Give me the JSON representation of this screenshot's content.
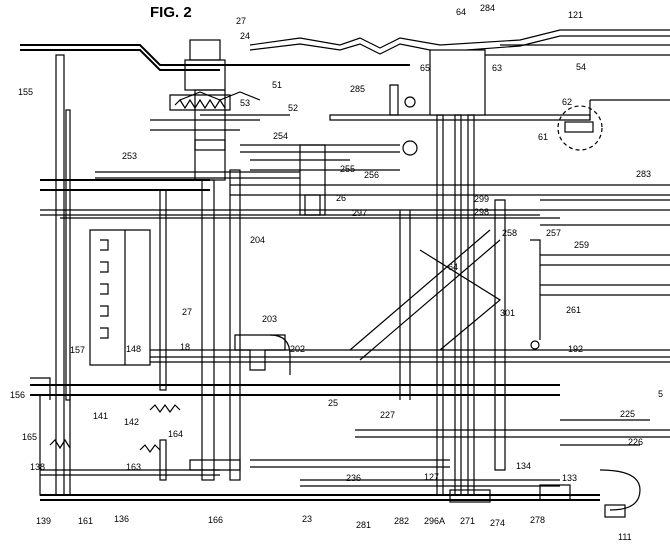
{
  "figure": {
    "title": "FIG. 2"
  },
  "callouts": [
    "27",
    "64",
    "284",
    "121",
    "24",
    "65",
    "63",
    "54",
    "155",
    "51",
    "53",
    "52",
    "285",
    "62",
    "61",
    "254",
    "253",
    "255",
    "256",
    "283",
    "26",
    "299",
    "298",
    "297",
    "258",
    "257",
    "259",
    "204",
    "64",
    "27",
    "203",
    "18",
    "202",
    "261",
    "301",
    "157",
    "148",
    "192",
    "156",
    "141",
    "142",
    "25",
    "227",
    "225",
    "226",
    "165",
    "164",
    "138",
    "163",
    "127",
    "134",
    "133",
    "236",
    "139",
    "161",
    "136",
    "166",
    "23",
    "281",
    "282",
    "296A",
    "271",
    "274",
    "278",
    "111",
    "5"
  ]
}
